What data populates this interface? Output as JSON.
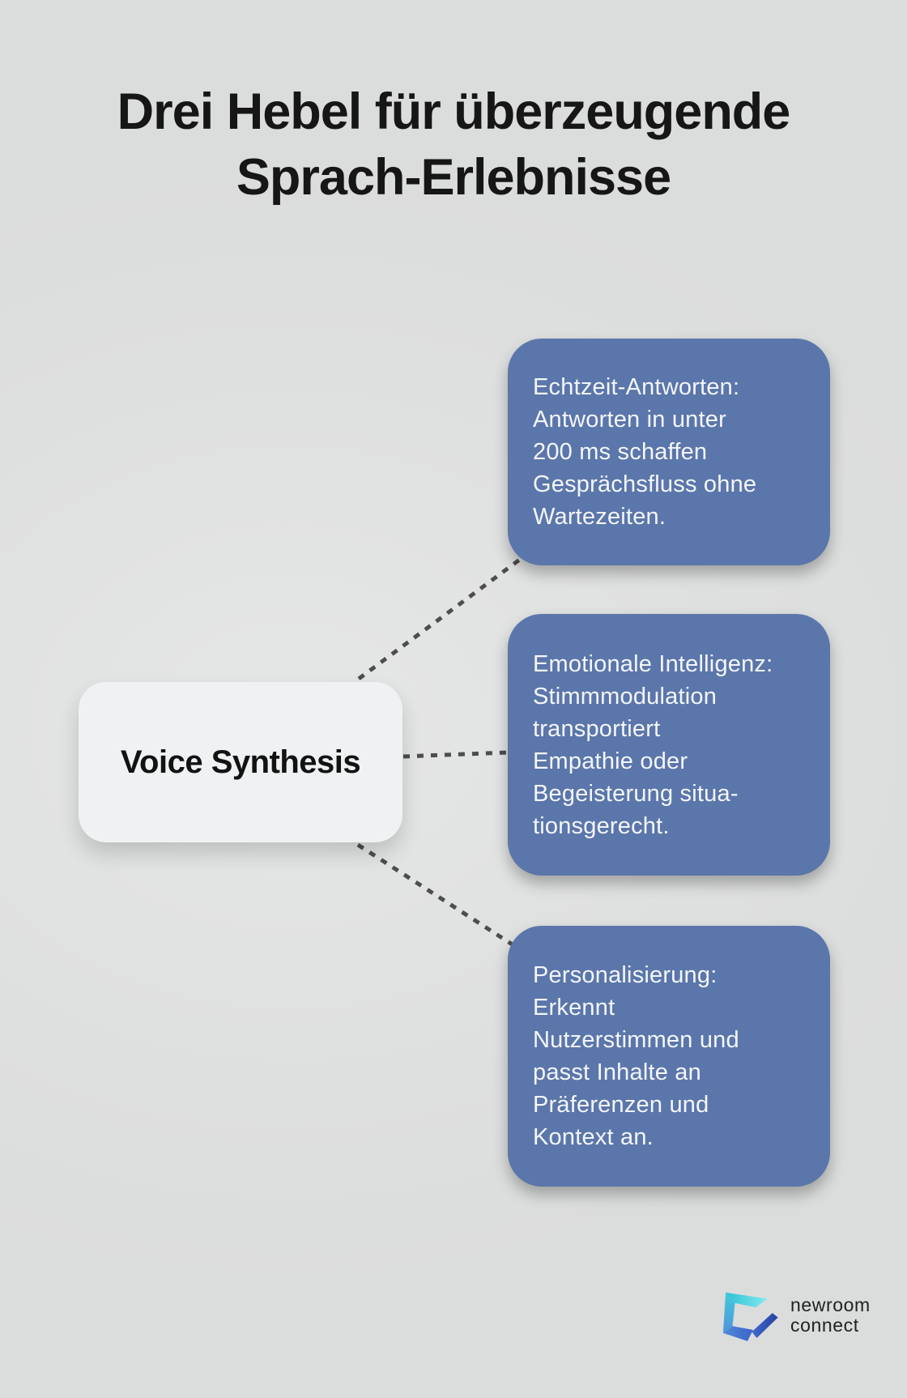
{
  "title": {
    "line1": "Drei Hebel für überzeugende",
    "line2": "Sprach-Erlebnisse"
  },
  "center_node": {
    "label": "Voice Synthesis"
  },
  "boxes": [
    {
      "name": "echtzeit-antworten",
      "lines": [
        "Echtzeit-Antworten:",
        "Antworten in unter",
        "200 ms schaffen",
        "Gesprächsfluss ohne",
        "Wartezeiten."
      ]
    },
    {
      "name": "emotionale-intelligenz",
      "lines": [
        "Emotionale Intelligenz:",
        "Stimmmodulation",
        "transportiert",
        "Empathie oder",
        "Begeisterung situa-",
        "tionsgerecht."
      ]
    },
    {
      "name": "personalisierung",
      "lines": [
        "Personalisierung:",
        "Erkennt",
        "Nutzerstimmen und",
        "passt Inhalte an",
        "Präferenzen und",
        "Kontext an."
      ]
    }
  ],
  "logo": {
    "word1": "newroom",
    "word2": "connect"
  },
  "colors": {
    "background": "#dfe0e0",
    "box_blue": "#5b76aa",
    "box_text": "#f3f6f9",
    "node_bg": "#eff1f2",
    "title_text": "#161616",
    "dash_gray": "#4d4d4d",
    "logo_teal": "#4fd4e0",
    "logo_blue": "#3b63c6",
    "logo_text": "#212121"
  }
}
